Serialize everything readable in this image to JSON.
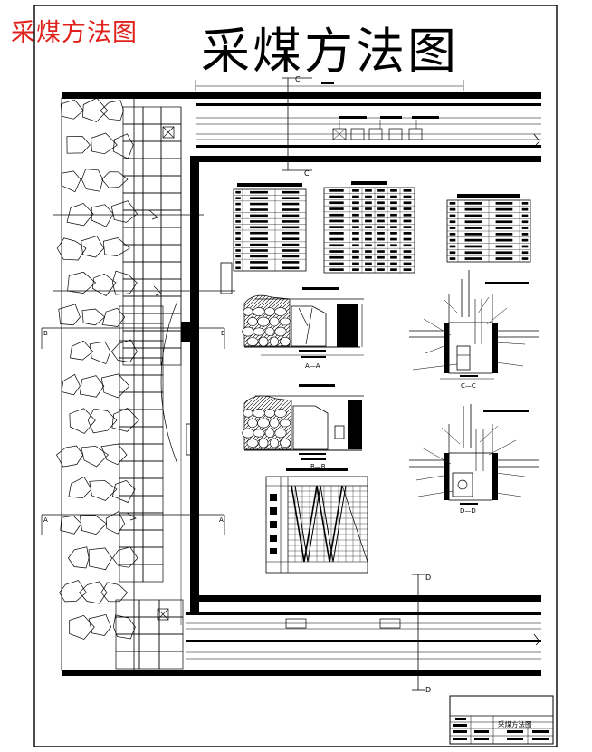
{
  "header": {
    "watermark_label": "采煤方法图",
    "title": "采煤方法图"
  },
  "section_markers": {
    "c_top": "C",
    "c_bottom": "C",
    "b_left": "B",
    "b_right": "B",
    "a_left": "A",
    "a_right": "A",
    "d_top": "D",
    "d_bottom": "D"
  },
  "subdiagram_labels": {
    "section_a": "A—A",
    "section_b": "B—B",
    "section_c": "C—C",
    "section_d": "D—D"
  },
  "title_block": {
    "drawing_name": "采煤方法图"
  },
  "colors": {
    "ink": "#000000",
    "stamp": "#e0201a",
    "paper": "#ffffff"
  }
}
